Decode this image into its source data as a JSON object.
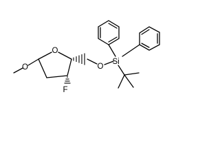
{
  "molecule": {
    "atoms": {
      "ring_oxygen": "O",
      "ether_oxygen_left": "O",
      "fluorine": "F",
      "silyl_ether_oxygen": "O",
      "silicon": "Si"
    }
  }
}
